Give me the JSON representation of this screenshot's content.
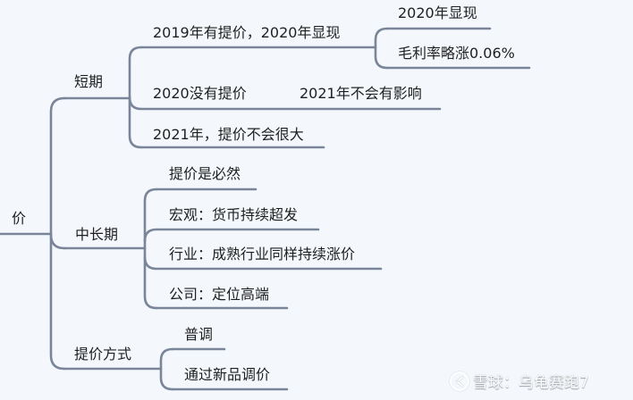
{
  "colors": {
    "background": "#f4f8fc",
    "line": "#7a8599",
    "text": "#1f1f1f"
  },
  "mindmap": {
    "root": {
      "label": "价"
    },
    "branches": [
      {
        "label": "短期",
        "children": [
          {
            "label": "2019年有提价，2020年显现",
            "children": [
              {
                "label": "2020年显现"
              },
              {
                "label": "毛利率略涨0.06%"
              }
            ]
          },
          {
            "label": "2020没有提价",
            "children": [
              {
                "label": "2021年不会有影响"
              }
            ]
          },
          {
            "label": "2021年，提价不会很大"
          }
        ]
      },
      {
        "label": "中长期",
        "children": [
          {
            "label": "提价是必然"
          },
          {
            "label": "宏观：货币持续超发"
          },
          {
            "label": "行业：成熟行业同样持续涨价"
          },
          {
            "label": "公司：定位高端"
          }
        ]
      },
      {
        "label": "提价方式",
        "children": [
          {
            "label": "普调"
          },
          {
            "label": "通过新品调价"
          }
        ]
      }
    ]
  },
  "watermark": {
    "icon": "snowball-logo-icon",
    "text": "雪球：乌龟赛跑7"
  }
}
